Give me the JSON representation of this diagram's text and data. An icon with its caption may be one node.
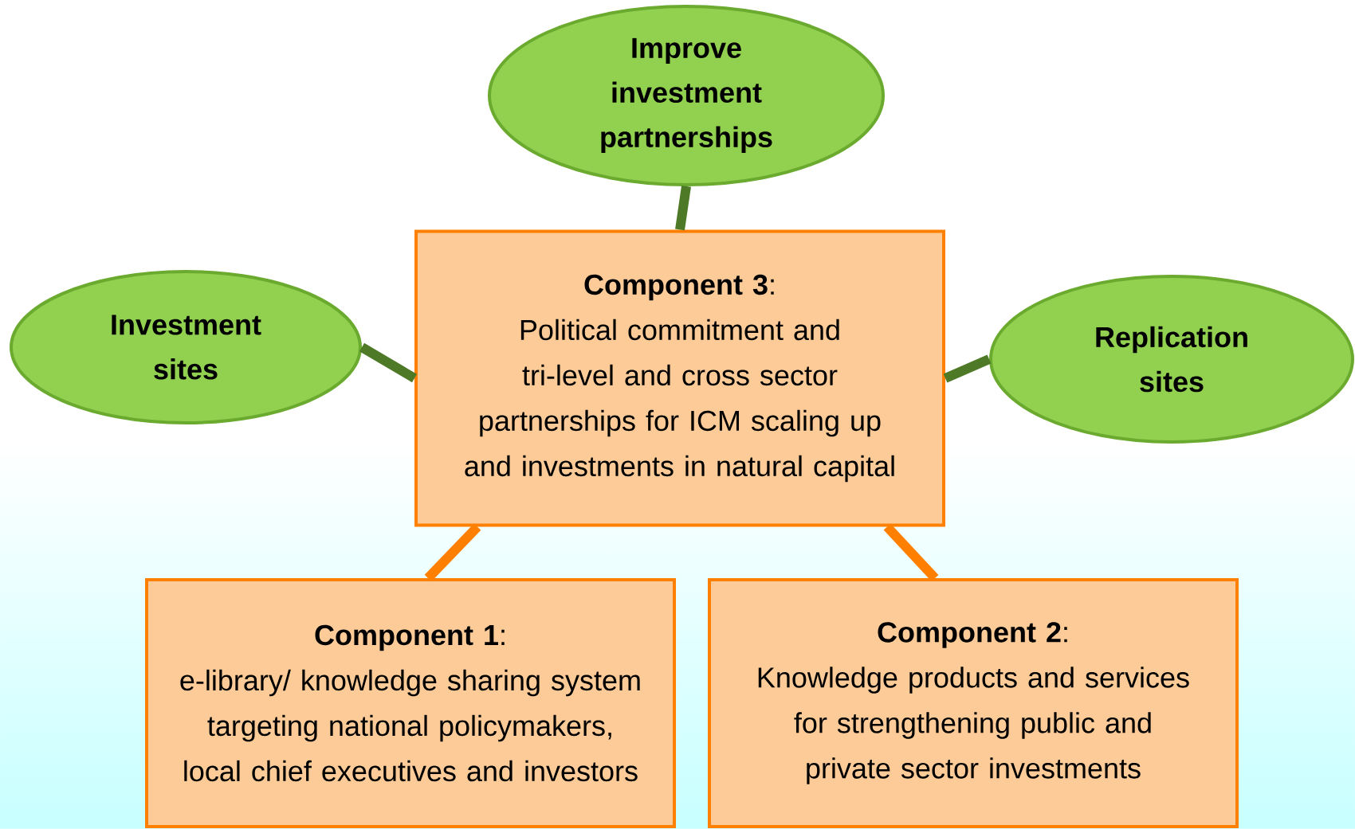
{
  "diagram": {
    "nodes": [
      {
        "text": [
          "Improve investment partnerships"
        ]
      },
      {
        "text": [
          "Investment sites"
        ]
      },
      {
        "text": [
          "**Component 3**:",
          "Political commitment and tri-level and cross sector partnerships for ICM scaling up and investments in natural capital"
        ]
      },
      {
        "text": [
          "Replication sites"
        ]
      },
      {
        "text": [
          "**Component 1**:",
          "e-library/ knowledge sharing system targeting national policymakers, local chief executives and investors"
        ]
      },
      {
        "text": [
          "**Component 2**:",
          "Knowledge products and services for strengthening public and private sector investments"
        ]
      }
    ],
    "edges": [
      {
        "from": 0,
        "to": 2,
        "arrow": "none"
      },
      {
        "from": 1,
        "to": 2,
        "arrow": "none"
      },
      {
        "from": 2,
        "to": 3,
        "arrow": "none"
      },
      {
        "from": 2,
        "to": 4,
        "arrow": "none",
        "color": "#ff8000"
      },
      {
        "from": 2,
        "to": 5,
        "arrow": "none",
        "color": "#ff8000"
      }
    ]
  }
}
